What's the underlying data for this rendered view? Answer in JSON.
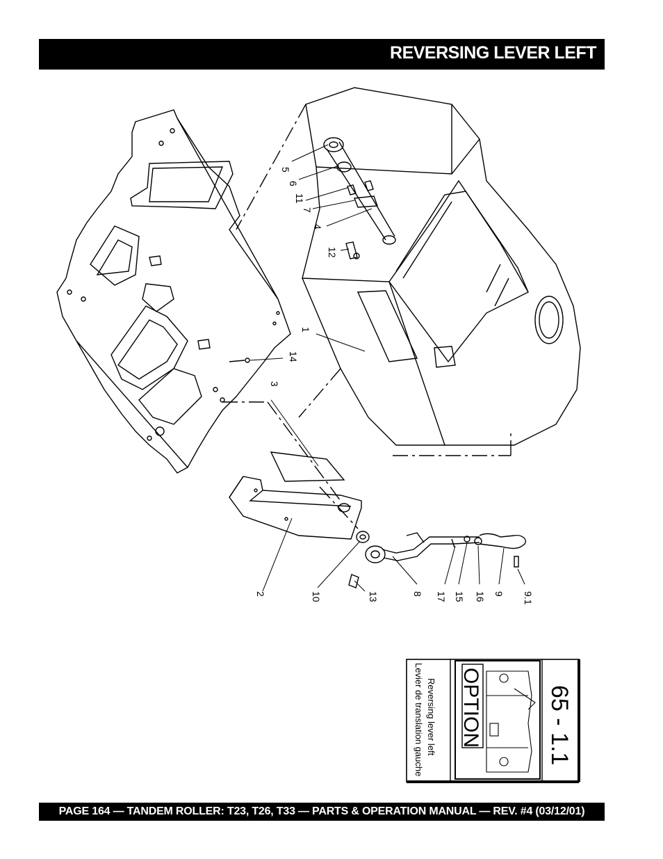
{
  "header": {
    "title": "REVERSING LEVER LEFT"
  },
  "footer": {
    "text": "PAGE 164 — TANDEM ROLLER: T23, T26, T33 — PARTS & OPERATION MANUAL — REV. #4 (03/12/01)"
  },
  "diagram": {
    "callouts": {
      "c1": "1",
      "c2": "2",
      "c3": "3",
      "c4": "4",
      "c5": "5",
      "c6": "6",
      "c7": "7",
      "c8": "8",
      "c9": "9",
      "c9_1": "9.1",
      "c10": "10",
      "c11": "11",
      "c12": "12",
      "c13": "13",
      "c14": "14",
      "c15": "15",
      "c16": "16",
      "c17": "17"
    }
  },
  "card": {
    "number": "65 - 1.1",
    "option": "OPTION",
    "label_en": "Reversing lever left",
    "label_fr": "Levier de translation gauche"
  }
}
